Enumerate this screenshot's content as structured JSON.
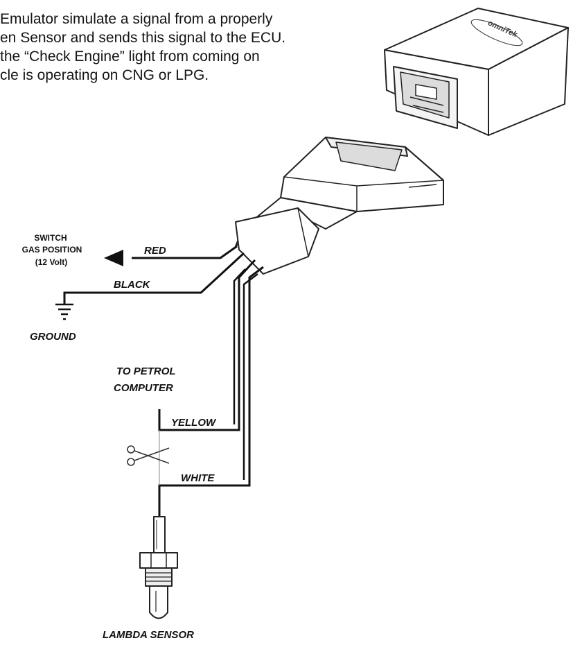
{
  "intro_lines": [
    "Emulator simulate a signal from a properly",
    "en Sensor and sends this signal to the ECU.",
    "the “Check Engine” light from coming on",
    "cle is operating on CNG or LPG."
  ],
  "labels": {
    "switch_line1": "SWITCH",
    "switch_line2": "GAS POSITION",
    "switch_line3": "(12 Volt)",
    "red": "RED",
    "black": "BLACK",
    "ground": "GROUND",
    "to_petrol_line1": "TO PETROL",
    "to_petrol_line2": "COMPUTER",
    "yellow": "YELLOW",
    "white": "WHITE",
    "lambda_sensor": "LAMBDA SENSOR"
  },
  "logo_text": "omniTek",
  "icons": [
    "arrow-left-icon",
    "ground-symbol-icon",
    "scissors-icon"
  ],
  "colors": {
    "line": "#111111",
    "background": "#ffffff"
  }
}
